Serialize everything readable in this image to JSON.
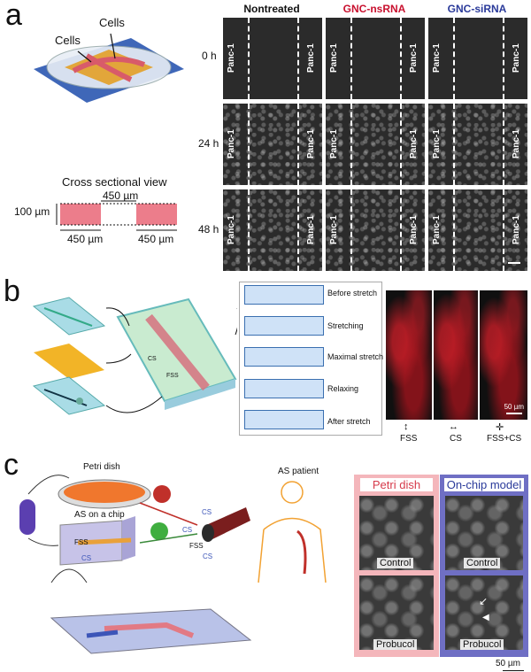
{
  "panel_a": {
    "letter": "a",
    "cells_label_left": "Cells",
    "cells_label_right": "Cells",
    "cross_section_title": "Cross sectional view",
    "dim_top": "450 µm",
    "dim_height": "100 µm",
    "dim_left": "450 µm",
    "dim_right": "450 µm",
    "columns": [
      "Nontreated",
      "GNC-nsRNA",
      "GNC-siRNA"
    ],
    "column_colors": [
      "#111111",
      "#c8102e",
      "#2a3a9a"
    ],
    "times": [
      "0 h",
      "24 h",
      "48 h"
    ],
    "cell_line": "Panc-1"
  },
  "panel_b": {
    "letter": "b",
    "steps": [
      "Before stretch",
      "Stretching",
      "Maximal stretch",
      "Relaxing",
      "After stretch"
    ],
    "chip_cs": "CS",
    "chip_fss": "FSS",
    "scalebar": "50 µm",
    "fluor_labels": [
      "FSS",
      "CS",
      "FSS+CS"
    ]
  },
  "panel_c": {
    "letter": "c",
    "petri_label": "Petri dish",
    "chip_label": "AS on a chip",
    "chip_fss": "FSS",
    "chip_cs": "CS",
    "patient_label": "AS patient",
    "vessel_cs_top": "CS",
    "vessel_cs_left": "CS",
    "vessel_fss": "FSS",
    "vessel_cs_bottom": "CS",
    "grid_header_left": "Petri dish",
    "grid_header_right": "On-chip model",
    "grid_rows": [
      "Control",
      "Probucol"
    ],
    "scalebar": "50 µm",
    "color_left": "#f4b6bb",
    "color_right": "#6f6fc4"
  }
}
